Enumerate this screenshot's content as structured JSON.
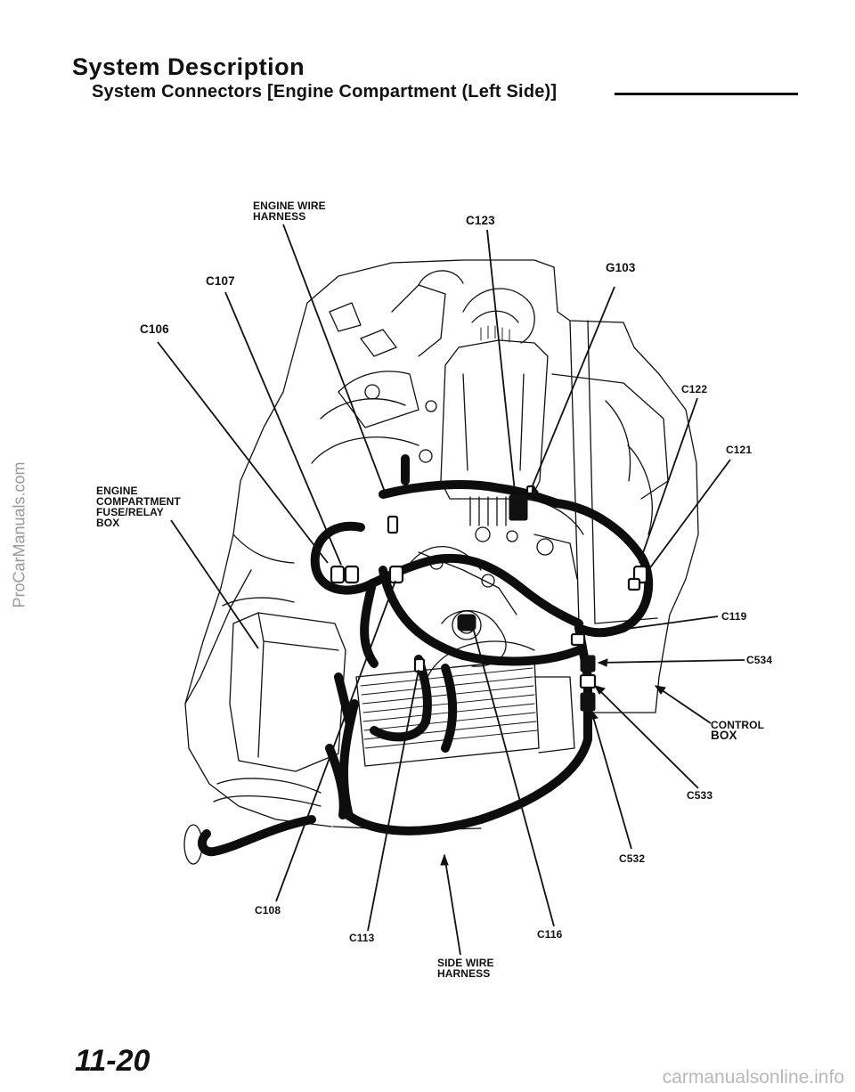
{
  "header": {
    "title": "System  Description",
    "subtitle": "System  Connectors  [Engine  Compartment  (Left  Side)]"
  },
  "page_number": "11-20",
  "watermarks": {
    "side": "ProCarManuals.com",
    "bottom": "carmanualsonline.info"
  },
  "callouts": {
    "engine_wire_harness": "ENGINE  WIRE\nHARNESS",
    "c123": "C123",
    "c107": "C107",
    "g103": "G103",
    "c106": "C106",
    "c122": "C122",
    "c121": "C121",
    "engine_fuse_relay_box": "ENGINE\nCOMPARTMENT\nFUSE/RELAY\nBOX",
    "c119": "C119",
    "c534": "C534",
    "control_box_1": "CONTROL",
    "control_box_2": "BOX",
    "c533": "C533",
    "c532": "C532",
    "c108": "C108",
    "c113": "C113",
    "c116": "C116",
    "side_wire_harness": "SIDE WIRE\nHARNESS"
  }
}
